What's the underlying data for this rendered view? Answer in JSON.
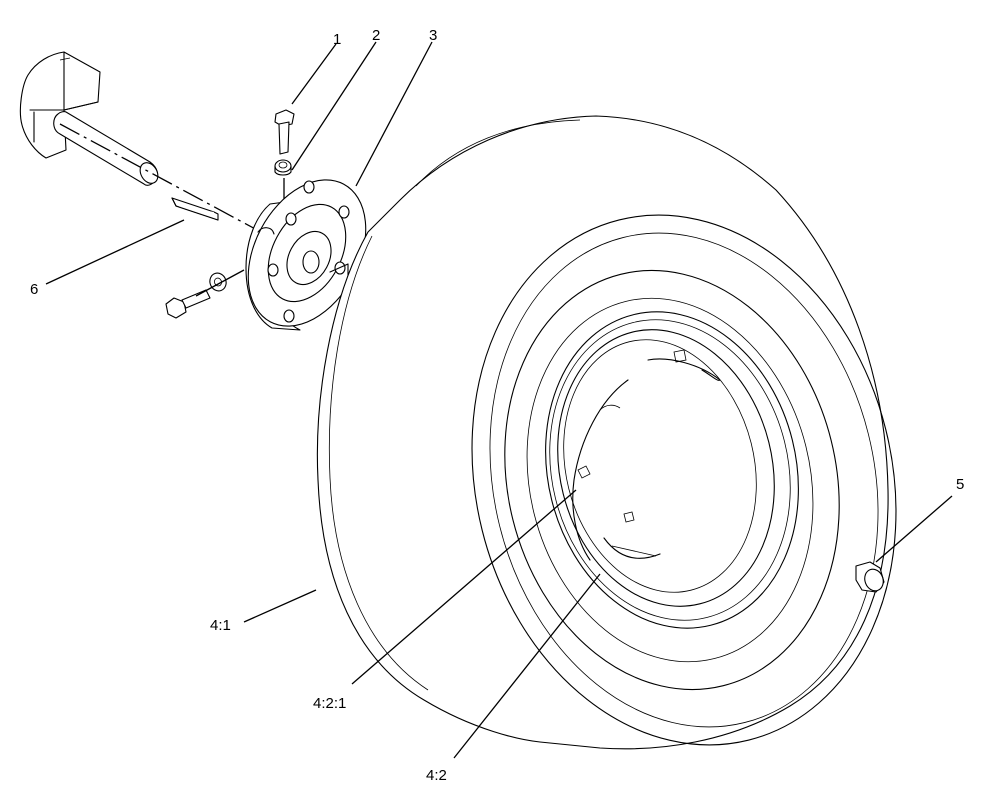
{
  "callouts": {
    "c1": "1",
    "c2": "2",
    "c3": "3",
    "c5": "5",
    "c6": "6",
    "c4_1": "4:1",
    "c4_2_1": "4:2:1",
    "c4_2": "4:2"
  }
}
